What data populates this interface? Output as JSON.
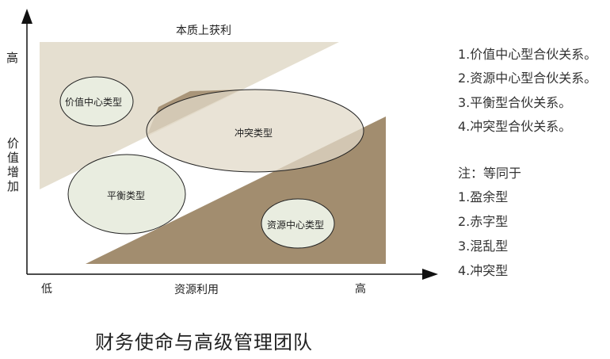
{
  "diagram": {
    "top_label": "本质上获利",
    "y_axis": {
      "label": "价值增加",
      "high": "高"
    },
    "x_axis": {
      "label": "资源利用",
      "low": "低",
      "high": "高"
    },
    "ellipses": {
      "value_center": "价值中心类型",
      "conflict": "冲突类型",
      "balance": "平衡类型",
      "resource_center": "资源中心类型"
    },
    "colors": {
      "light_region": "#e5dfd0",
      "dark_region": "#a28d6f",
      "ellipse_fill": "#e9ede0",
      "conflict_fill": "#ddd5c4"
    }
  },
  "legend": {
    "items": [
      "1.价值中心型合伙关系。",
      "2.资源中心型合伙关系。",
      "3.平衡型合伙关系。",
      "4.冲突型合伙关系。"
    ],
    "note_title": "注：等同于",
    "note_items": [
      "1.盈余型",
      "2.赤字型",
      "3.混乱型",
      "4.冲突型"
    ]
  },
  "caption": "财务使命与高级管理团队"
}
